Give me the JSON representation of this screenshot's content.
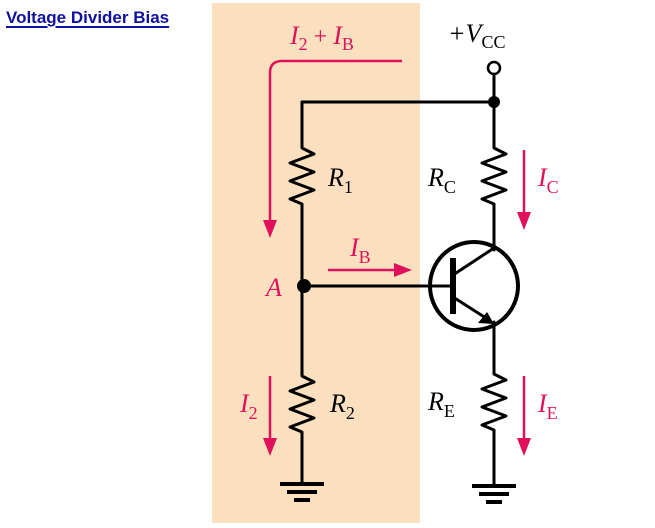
{
  "title": "Voltage Divider Bias",
  "labels": {
    "vcc": "+V",
    "vcc_sub": "CC",
    "r1": "R",
    "r1_sub": "1",
    "r2": "R",
    "r2_sub": "2",
    "rc": "R",
    "rc_sub": "C",
    "re": "R",
    "re_sub": "E",
    "node_a": "A"
  },
  "currents": {
    "i2_plus_ib_a": "I",
    "i2_plus_ib_a_sub": "2",
    "i2_plus_ib_plus": " + ",
    "i2_plus_ib_b": "I",
    "i2_plus_ib_b_sub": "B",
    "ib": "I",
    "ib_sub": "B",
    "ic": "I",
    "ic_sub": "C",
    "ie": "I",
    "ie_sub": "E",
    "i2": "I",
    "i2_sub": "2"
  },
  "colors": {
    "highlight": "#fbe0c0",
    "current": "#e0105a",
    "title": "#1010a0"
  }
}
